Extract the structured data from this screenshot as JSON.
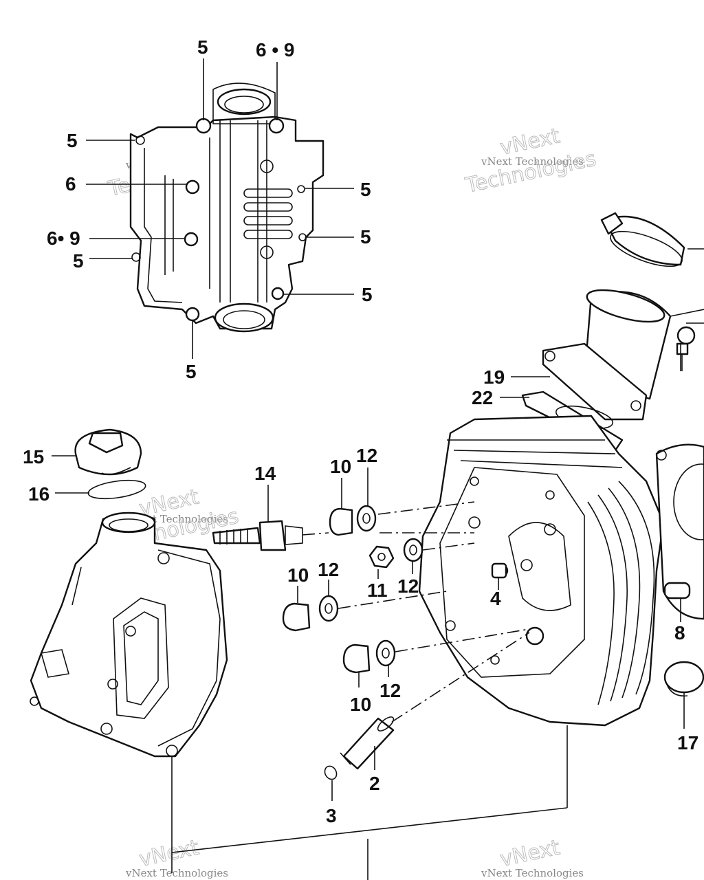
{
  "watermark": {
    "small_text": "vNext Technologies",
    "brand_line1": "vNext",
    "brand_line2": "Technologies"
  },
  "callouts": [
    {
      "id": "c-5-top",
      "text": "5"
    },
    {
      "id": "c-69-top",
      "text": "6 • 9"
    },
    {
      "id": "c-5-a",
      "text": "5"
    },
    {
      "id": "c-6",
      "text": "6"
    },
    {
      "id": "c-5-b",
      "text": "5"
    },
    {
      "id": "c-69-left",
      "text": "6• 9"
    },
    {
      "id": "c-5-c",
      "text": "5"
    },
    {
      "id": "c-5-d",
      "text": "5"
    },
    {
      "id": "c-5-e",
      "text": "5"
    },
    {
      "id": "c-5-bottom",
      "text": "5"
    },
    {
      "id": "c-19",
      "text": "19"
    },
    {
      "id": "c-22",
      "text": "22"
    },
    {
      "id": "c-15",
      "text": "15"
    },
    {
      "id": "c-16",
      "text": "16"
    },
    {
      "id": "c-14",
      "text": "14"
    },
    {
      "id": "c-10-a",
      "text": "10"
    },
    {
      "id": "c-12-a",
      "text": "12"
    },
    {
      "id": "c-11",
      "text": "11"
    },
    {
      "id": "c-12-b",
      "text": "12"
    },
    {
      "id": "c-4",
      "text": "4"
    },
    {
      "id": "c-10-b",
      "text": "10"
    },
    {
      "id": "c-12-c",
      "text": "12"
    },
    {
      "id": "c-8",
      "text": "8"
    },
    {
      "id": "c-10-c",
      "text": "10"
    },
    {
      "id": "c-12-d",
      "text": "12"
    },
    {
      "id": "c-17",
      "text": "17"
    },
    {
      "id": "c-2",
      "text": "2"
    },
    {
      "id": "c-3",
      "text": "3"
    }
  ]
}
